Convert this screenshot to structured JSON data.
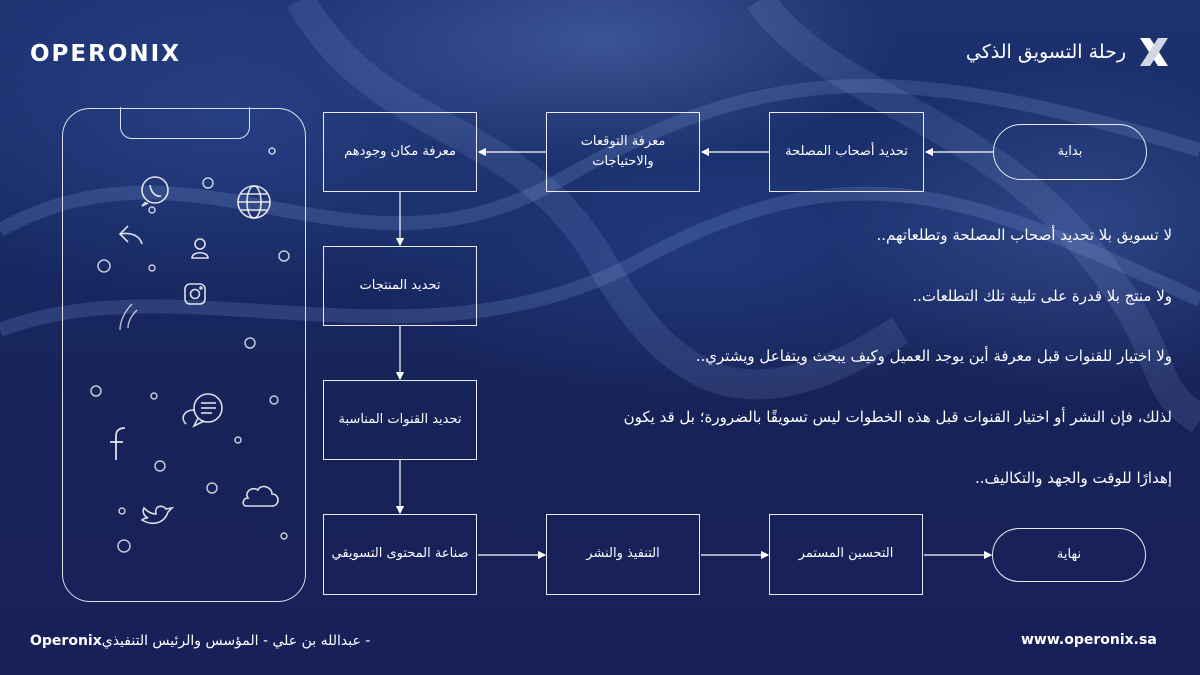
{
  "brand": {
    "name": "OPERONIX"
  },
  "header": {
    "title": "رحلة التسويق الذكي",
    "logo_icon": "x-logo-icon"
  },
  "flow": {
    "start": "بداية",
    "stakeholders": "تحديد أصحاب المصلحة",
    "expectations": "معرفة التوقعات والاحتياجات",
    "location": "معرفة مكان وجودهم",
    "products": "تحديد المنتجات",
    "channels": "تحديد القنوات المناسبة",
    "content": "صناعة المحتوى التسويقي",
    "execution": "التنفيذ والنشر",
    "improvement": "التحسين المستمر",
    "end": "نهاية"
  },
  "body_text": [
    "لا تسويق بلا تحديد أصحاب المصلحة وتطلعاتهم..",
    "ولا منتج بلا قدرة على تلبية تلك التطلعات..",
    "ولا اختيار للقنوات قبل معرفة أين يوجد العميل وكيف يبحث ويتفاعل ويشتري..",
    "لذلك، فإن النشر أو اختيار القنوات قبل هذه الخطوات ليس تسويقًا بالضرورة؛ بل قد يكون",
    "إهدارًا للوقت والجهد والتكاليف.."
  ],
  "footer": {
    "website": "www.operonix.sa",
    "author_brand": "Operonix",
    "author_credit": " - عبدالله بن علي - المؤسس والرئيس التنفيذي"
  },
  "phone_icons": [
    "whatsapp-icon",
    "globe-icon",
    "reply-icon",
    "user-icon",
    "instagram-icon",
    "chat-bubbles-icon",
    "facebook-icon",
    "cloud-icon",
    "twitter-icon"
  ],
  "colors": {
    "background": "#172a63",
    "foreground": "#ffffff"
  }
}
